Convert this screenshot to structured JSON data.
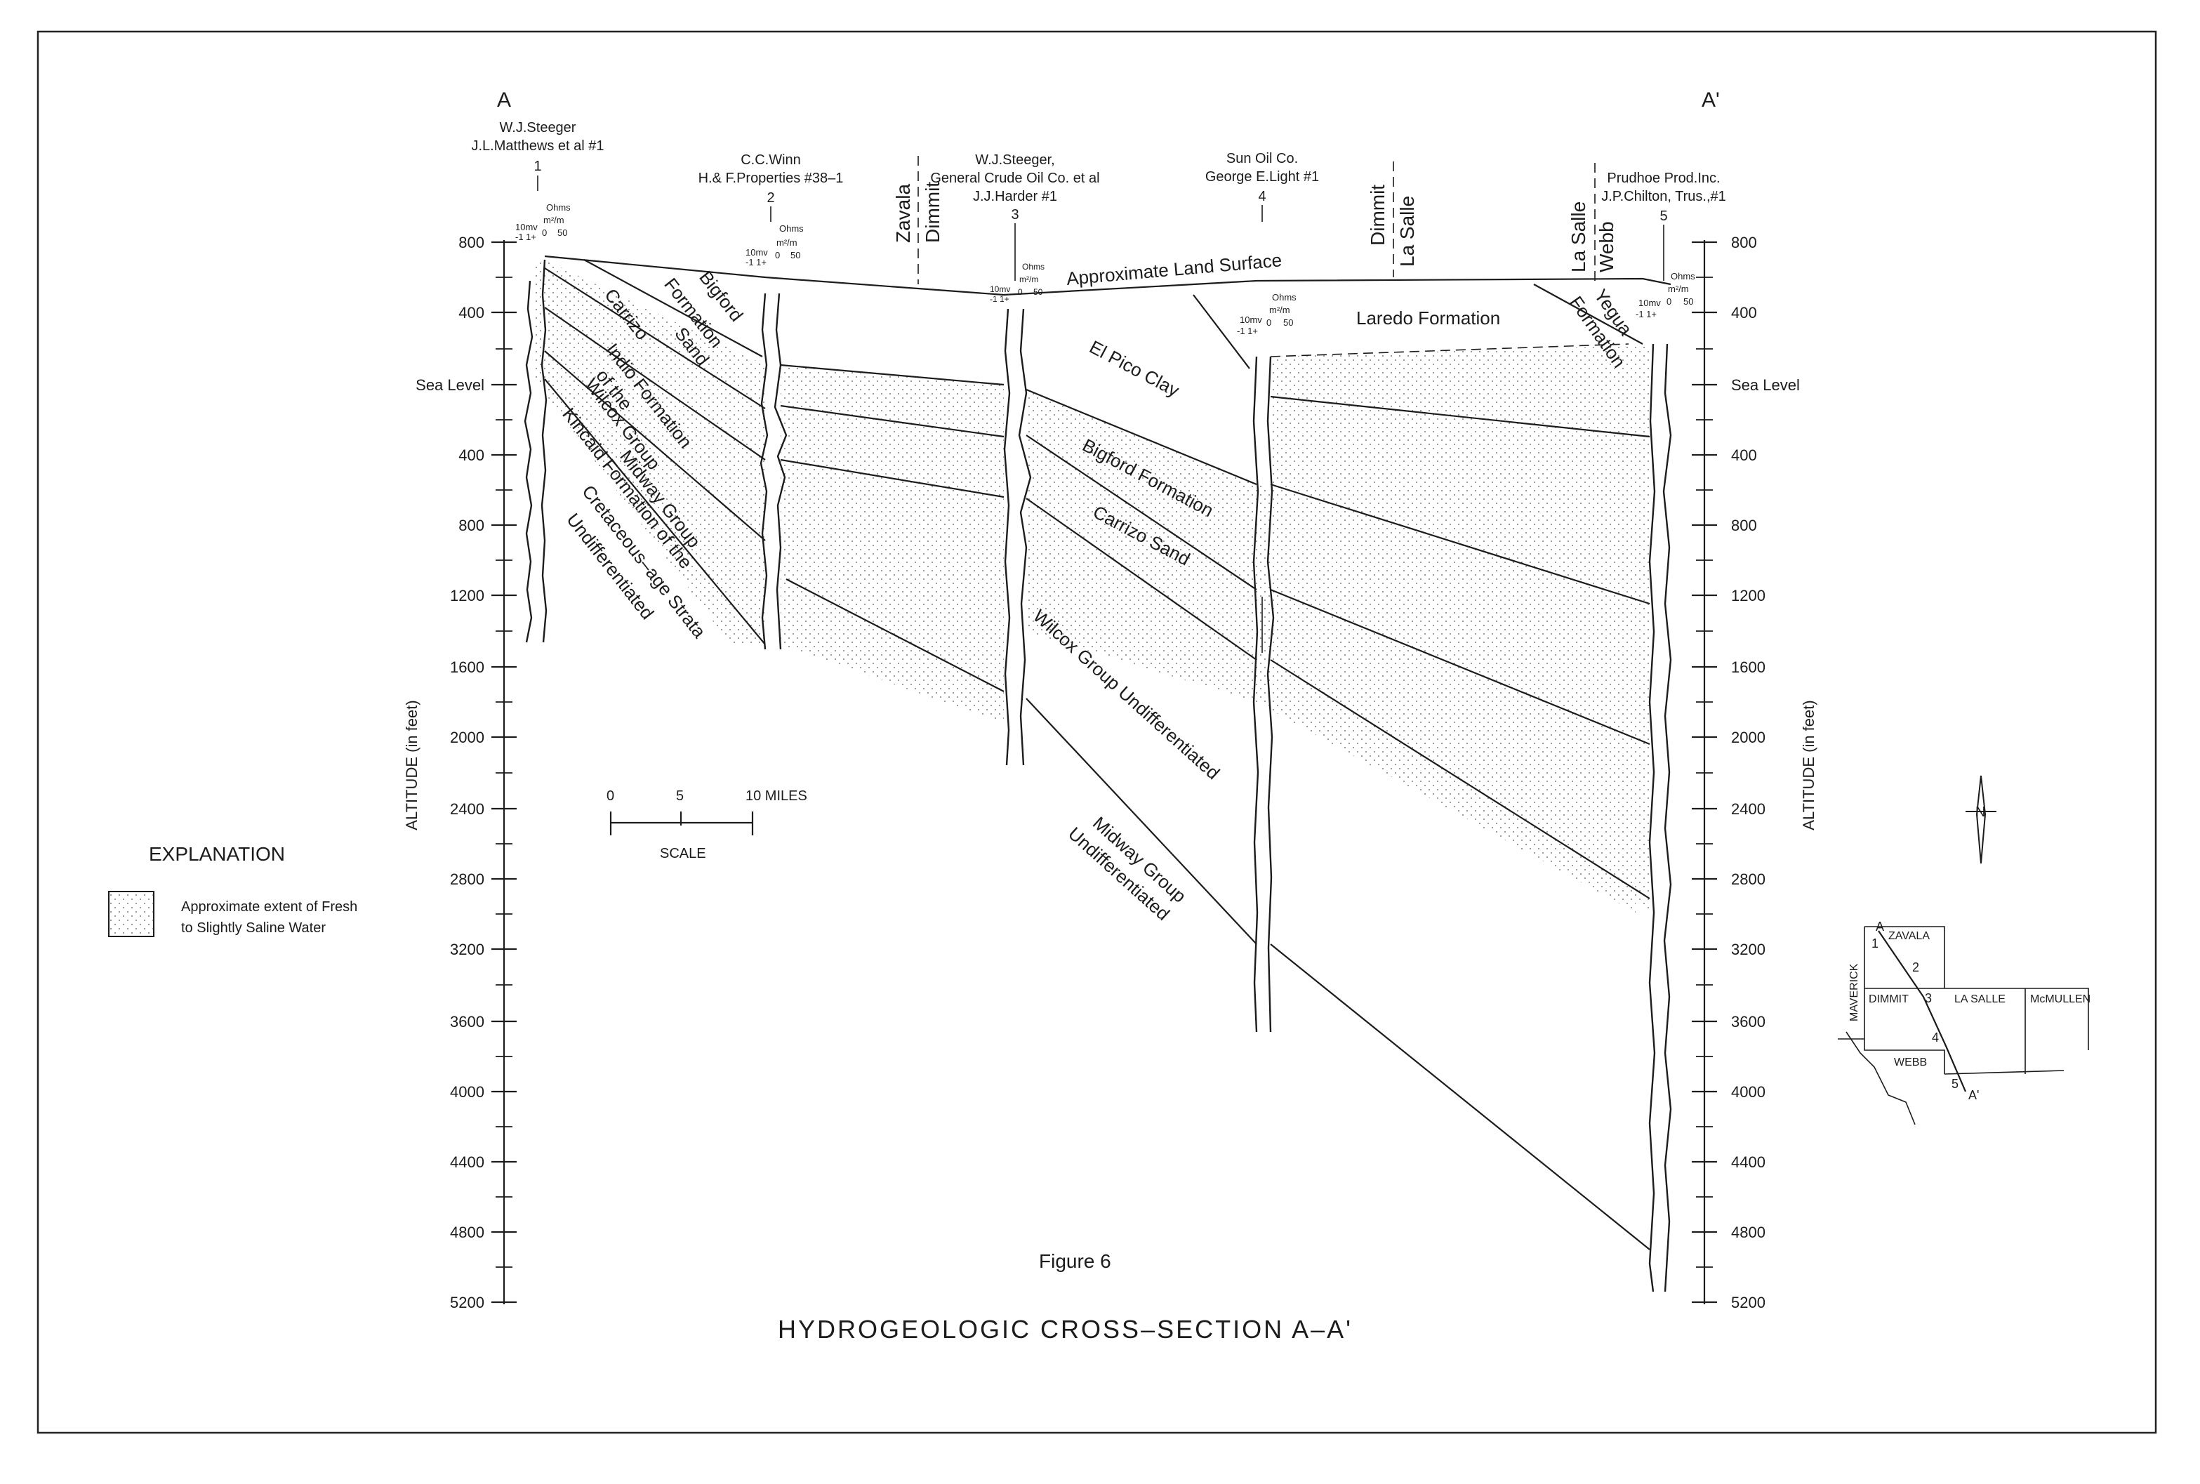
{
  "title": "HYDROGEOLOGIC CROSS–SECTION A–A'",
  "figure_label": "Figure 6",
  "section_ends": {
    "left": "A",
    "right": "A'"
  },
  "axis": {
    "label": "ALTITUDE (in feet)",
    "ticks": [
      "800",
      "400",
      "Sea Level",
      "400",
      "800",
      "1200",
      "1600",
      "2000",
      "2400",
      "2800",
      "3200",
      "3600",
      "4000",
      "4400",
      "4800",
      "5200"
    ]
  },
  "wells": [
    {
      "operator": "W.J.Steeger",
      "name": "J.L.Matthews et al #1",
      "number": "1"
    },
    {
      "operator": "C.C.Winn",
      "name": "H.& F.Properties #38–1",
      "number": "2"
    },
    {
      "operator": "W.J.Steeger,",
      "name": "General Crude Oil Co. et al",
      "name2": "J.J.Harder #1",
      "number": "3"
    },
    {
      "operator": "Sun Oil Co.",
      "name": "George E.Light #1",
      "number": "4"
    },
    {
      "operator": "Prudhoe Prod.Inc.",
      "name": "J.P.Chilton, Trus.,#1",
      "number": "5"
    }
  ],
  "log_scale": {
    "sp": "10mv",
    "sp_polarity": "-1 1+",
    "res_unit": "Ohms",
    "res_unit2": "m²/m",
    "res_range_0": "0",
    "res_range_50": "50"
  },
  "county_lines": [
    {
      "upper": "Zavala",
      "lower": "Dimmit"
    },
    {
      "upper": "Dimmit",
      "lower": "La Salle"
    },
    {
      "upper": "La Salle",
      "lower": "Webb"
    }
  ],
  "land_surface_label": "Approximate Land Surface",
  "formations_left": [
    {
      "line1": "Bigford",
      "line2": "Formation"
    },
    {
      "line1": "Carrizo",
      "line2": "Sand"
    },
    {
      "line1": "Indio Formation",
      "line2": "of the",
      "line3": "Wilcox Group"
    },
    {
      "line1": "Kincaid Formation of the",
      "line2": "Midway Group"
    },
    {
      "line1": "Cretaceous–age Strata",
      "line2": "Undifferentiated"
    }
  ],
  "formations_center": {
    "el_pico": "El Pico Clay",
    "bigford": "Bigford Formation",
    "carrizo": "Carrizo Sand",
    "wilcox": "Wilcox Group Undifferentiated",
    "midway_1": "Midway Group",
    "midway_2": "Undifferentiated",
    "laredo": "Laredo Formation",
    "yegua_1": "Yegua",
    "yegua_2": "Formation"
  },
  "scale": {
    "labels": [
      "0",
      "5",
      "10 MILES"
    ],
    "caption": "SCALE"
  },
  "explanation": {
    "heading": "EXPLANATION",
    "line1": "Approximate extent of Fresh",
    "line2": "to Slightly Saline Water"
  },
  "location_map": {
    "counties": [
      "ZAVALA",
      "MAVERICK",
      "DIMMIT",
      "LA SALLE",
      "McMULLEN",
      "WEBB"
    ],
    "points": [
      "A",
      "1",
      "2",
      "3",
      "4",
      "5",
      "A'"
    ]
  },
  "north_arrow": "N"
}
